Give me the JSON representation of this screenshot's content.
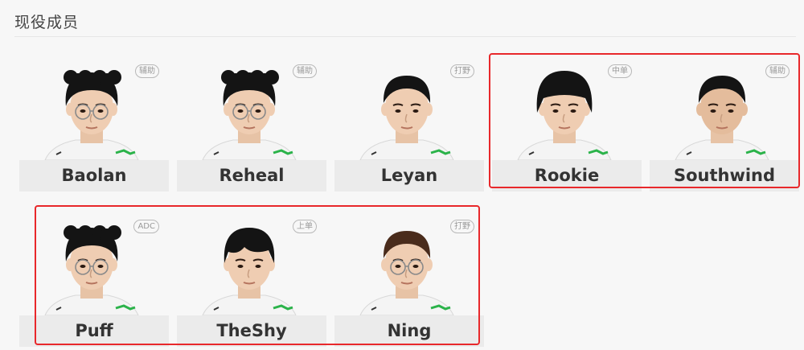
{
  "section": {
    "title": "现役成员"
  },
  "accent_colors": {
    "highlight": "#e8282b",
    "jersey_green": "#2bb34a"
  },
  "players": [
    {
      "name": "Baolan",
      "role": "辅助",
      "glasses": true,
      "hair": "curly"
    },
    {
      "name": "Reheal",
      "role": "辅助",
      "glasses": true,
      "hair": "curly"
    },
    {
      "name": "Leyan",
      "role": "打野",
      "glasses": false,
      "hair": "short"
    },
    {
      "name": "Rookie",
      "role": "中单",
      "glasses": false,
      "hair": "bowl"
    },
    {
      "name": "Southwind",
      "role": "辅助",
      "glasses": false,
      "hair": "short"
    },
    {
      "name": "Puff",
      "role": "ADC",
      "glasses": true,
      "hair": "curly"
    },
    {
      "name": "TheShy",
      "role": "上单",
      "glasses": false,
      "hair": "fringe"
    },
    {
      "name": "Ning",
      "role": "打野",
      "glasses": true,
      "hair": "brown"
    }
  ]
}
